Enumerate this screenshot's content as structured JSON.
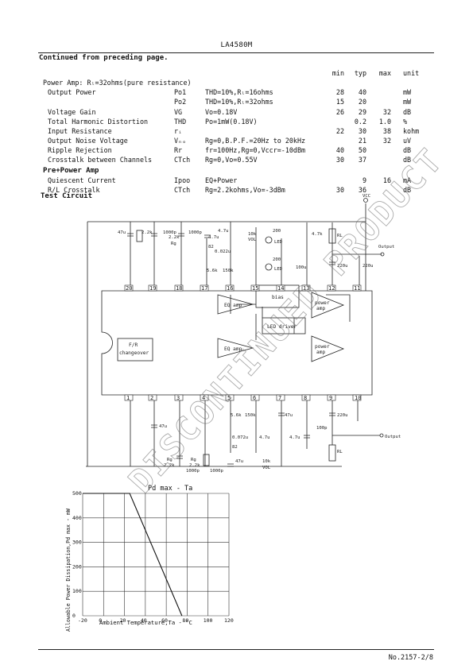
{
  "header": {
    "part_number": "LA4580M"
  },
  "continued_note": "Continued from preceding page.",
  "specs": {
    "columns": {
      "min": "min",
      "typ": "typ",
      "max": "max",
      "unit": "unit"
    },
    "rows": [
      {
        "param": "Power Amp: Rₗ=32ohms(pure resistance)",
        "sym": "",
        "cond": "",
        "min": "",
        "typ": "",
        "max": "",
        "unit": "",
        "heading": true
      },
      {
        "param": "Output Power",
        "sym": "Po1",
        "cond": "THD=10%,Rₗ=16ohms",
        "min": "28",
        "typ": "40",
        "max": "",
        "unit": "mW"
      },
      {
        "param": "",
        "sym": "Po2",
        "cond": "THD=10%,Rₗ=32ohms",
        "min": "15",
        "typ": "20",
        "max": "",
        "unit": "mW"
      },
      {
        "param": "Voltage Gain",
        "sym": "VG",
        "cond": "Vo=0.18V",
        "min": "26",
        "typ": "29",
        "max": "32",
        "unit": "dB"
      },
      {
        "param": "Total Harmonic Distortion",
        "sym": "THD",
        "cond": "Po=1mW(0.18V)",
        "min": "",
        "typ": "0.2",
        "max": "1.0",
        "unit": "%"
      },
      {
        "param": "Input Resistance",
        "sym": "rᵢ",
        "cond": "",
        "min": "22",
        "typ": "30",
        "max": "38",
        "unit": "kohm"
      },
      {
        "param": "Output Noise Voltage",
        "sym": "Vₙₒ",
        "cond": "Rg=0,B.P.F.=20Hz to 20kHz",
        "min": "",
        "typ": "21",
        "max": "32",
        "unit": "uV"
      },
      {
        "param": "Ripple Rejection",
        "sym": "Rr",
        "cond": "fr=100Hz,Rg=0,Vccr=-10dBm",
        "min": "40",
        "typ": "50",
        "max": "",
        "unit": "dB"
      },
      {
        "param": "Crosstalk between Channels",
        "sym": "CTch",
        "cond": "Rg=0,Vo=0.55V",
        "min": "30",
        "typ": "37",
        "max": "",
        "unit": "dB"
      },
      {
        "param": "Pre+Power Amp",
        "sym": "",
        "cond": "",
        "min": "",
        "typ": "",
        "max": "",
        "unit": "",
        "section": true
      },
      {
        "param": "Quiescent Current",
        "sym": "Ipoo",
        "cond": "EQ+Power",
        "min": "",
        "typ": "9",
        "max": "16",
        "unit": "mA"
      },
      {
        "param": "R/L Crosstalk",
        "sym": "CTch",
        "cond": "Rg=2.2kohms,Vo=-3dBm",
        "min": "30",
        "typ": "36",
        "max": "",
        "unit": "dB"
      }
    ]
  },
  "test_circuit": {
    "title": "Test Circuit",
    "top_pins": [
      "20",
      "19",
      "18",
      "17",
      "16",
      "15",
      "14",
      "13",
      "12",
      "11"
    ],
    "bottom_pins": [
      "1",
      "2",
      "3",
      "4",
      "5",
      "6",
      "7",
      "8",
      "9",
      "10"
    ],
    "blocks": {
      "eq_top": "EQ amp",
      "eq_bottom": "EQ amp",
      "bias": "bias",
      "led_driver": "LED driver",
      "pa_top_1": "power",
      "pa_top_2": "amp",
      "pa_bot_1": "power",
      "pa_bot_2": "amp",
      "fr_1": "F/R",
      "fr_2": "changeover"
    },
    "labels": {
      "vcc": "VCC",
      "output_top": "Output",
      "output_bottom": "Output",
      "c47u": "47u",
      "r22k": "2.2k",
      "c1000p": "1000p",
      "rg": "Rg",
      "c47u_b": "4.7u",
      "r82": "82",
      "c0022u": "0.022u",
      "r56k": "5.6k",
      "r150k": "150k",
      "r10k": "10k",
      "vol": "VOL",
      "r200": "200",
      "led": "LED",
      "c100u": "100u",
      "r47k": "4.7k",
      "rl": "RL",
      "c220u": "220u",
      "c100p": "100p",
      "c0072u": "0.072u"
    }
  },
  "chart_data": {
    "type": "line",
    "title": "Pd max - Ta",
    "xlabel": "Ambient Temperature,Ta - °C",
    "ylabel": "Allowable Power Dissipation,Pd max - mW",
    "x_ticks": [
      "-20",
      "0",
      "20",
      "40",
      "60",
      "80",
      "100",
      "120"
    ],
    "y_ticks": [
      "0",
      "100",
      "200",
      "300",
      "400",
      "500"
    ],
    "xlim": [
      -20,
      120
    ],
    "ylim": [
      0,
      500
    ],
    "series": [
      {
        "x": [
          -20,
          25,
          75
        ],
        "y": [
          500,
          500,
          0
        ]
      }
    ]
  },
  "watermark": "DISCONTINUED PRODUCT",
  "footer": {
    "doc_number": "No.2157-2/8"
  }
}
